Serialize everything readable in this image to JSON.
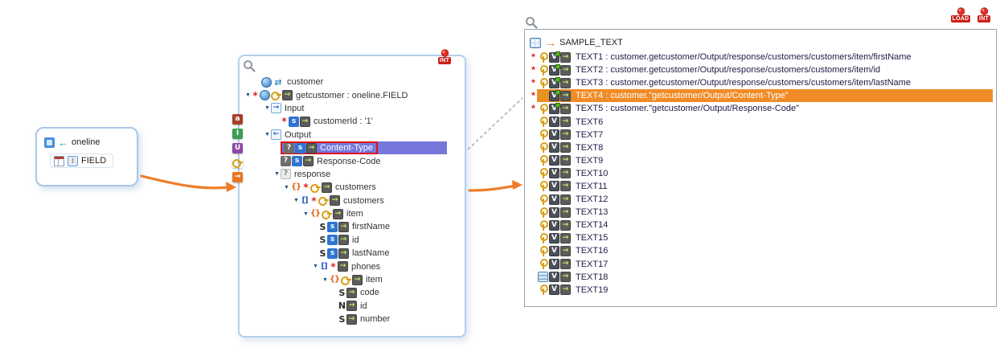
{
  "left_box": {
    "title": "oneline",
    "field_row": {
      "badge": "I",
      "label": "FIELD"
    }
  },
  "middle_panel": {
    "pin_label": "INT",
    "rail_icons": [
      {
        "name": "attribute-icon",
        "glyph": "a",
        "bg": "#a84028",
        "fg": "#ffffff"
      },
      {
        "name": "integer-type-icon",
        "glyph": "I",
        "bg": "#3c9e50",
        "fg": "#ffffff"
      },
      {
        "name": "union-type-icon",
        "glyph": "U",
        "bg": "#8a48a8",
        "fg": "#ffffff"
      },
      {
        "name": "key-icon",
        "glyph": "",
        "bg": "",
        "fg": "#d8a018"
      },
      {
        "name": "export-icon",
        "glyph": "→",
        "bg": "#e87820",
        "fg": "#ffffff"
      }
    ],
    "tree": [
      {
        "label": "customer",
        "level": 1,
        "caret": false,
        "icons": [
          "sphere",
          "arrows"
        ],
        "selected": false
      },
      {
        "label": "getcustomer : oneline.FIELD",
        "level": 0,
        "caret": true,
        "icons": [
          "asterisk",
          "sphere",
          "key",
          "export"
        ],
        "selected": false
      },
      {
        "label": "Input",
        "level": 2,
        "caret": true,
        "icons": [
          "input"
        ],
        "selected": false
      },
      {
        "label": "customerId : '1'",
        "level": 3,
        "caret": false,
        "icons": [
          "asterisk",
          "sblue",
          "export"
        ],
        "selected": false
      },
      {
        "label": "Output",
        "level": 2,
        "caret": true,
        "icons": [
          "output"
        ],
        "selected": false
      },
      {
        "label": "Content-Type",
        "level": 3,
        "caret": false,
        "icons": [
          "qmark",
          "sblue",
          "export"
        ],
        "selected": true
      },
      {
        "label": "Response-Code",
        "level": 3,
        "caret": false,
        "icons": [
          "qmark",
          "sblue",
          "export"
        ],
        "selected": false
      },
      {
        "label": "response",
        "level": 3,
        "caret": true,
        "icons": [
          "element"
        ],
        "selected": false
      },
      {
        "label": "customers",
        "level": 4,
        "caret": true,
        "icons": [
          "braces",
          "asterisk",
          "key",
          "export"
        ],
        "selected": false
      },
      {
        "label": "customers",
        "level": 5,
        "caret": true,
        "icons": [
          "brackets",
          "asterisk",
          "key",
          "export"
        ],
        "selected": false
      },
      {
        "label": "item",
        "level": 6,
        "caret": true,
        "icons": [
          "braces",
          "key",
          "export"
        ],
        "selected": false
      },
      {
        "label": "firstName",
        "level": 7,
        "caret": false,
        "icons": [
          "Sdark",
          "sblue",
          "export"
        ],
        "selected": false
      },
      {
        "label": "id",
        "level": 7,
        "caret": false,
        "icons": [
          "Sdark",
          "sblue",
          "export"
        ],
        "selected": false
      },
      {
        "label": "lastName",
        "level": 7,
        "caret": false,
        "icons": [
          "Sdark",
          "sblue",
          "export"
        ],
        "selected": false
      },
      {
        "label": "phones",
        "level": 7,
        "caret": true,
        "icons": [
          "brackets",
          "asterisk",
          "export"
        ],
        "selected": false
      },
      {
        "label": "item",
        "level": 8,
        "caret": true,
        "icons": [
          "braces",
          "key",
          "export"
        ],
        "selected": false
      },
      {
        "label": "code",
        "level": 9,
        "caret": false,
        "icons": [
          "Sdark",
          "export"
        ],
        "selected": false
      },
      {
        "label": "id",
        "level": 9,
        "caret": false,
        "icons": [
          "Ndark",
          "export"
        ],
        "selected": false
      },
      {
        "label": "number",
        "level": 9,
        "caret": false,
        "icons": [
          "Sdark",
          "export"
        ],
        "selected": false
      }
    ]
  },
  "right_panel": {
    "pins": [
      {
        "label": "LOAD"
      },
      {
        "label": "INT"
      }
    ],
    "header": "SAMPLE_TEXT",
    "rows": [
      {
        "label": "TEXT1 : customer.getcustomer/Output/response/customers/customers/item/firstName",
        "required": true,
        "expr": true,
        "icon": "col",
        "selected": false
      },
      {
        "label": "TEXT2 : customer.getcustomer/Output/response/customers/customers/item/id",
        "required": true,
        "expr": true,
        "icon": "col",
        "selected": false
      },
      {
        "label": "TEXT3 : customer.getcustomer/Output/response/customers/customers/item/lastName",
        "required": true,
        "expr": true,
        "icon": "col",
        "selected": false
      },
      {
        "label": "TEXT4 : customer.\"getcustomer/Output/Content-Type\"",
        "required": true,
        "expr": true,
        "icon": "col",
        "selected": true
      },
      {
        "label": "TEXT5 : customer.\"getcustomer/Output/Response-Code\"",
        "required": true,
        "expr": true,
        "icon": "col",
        "selected": false
      },
      {
        "label": "TEXT6",
        "required": false,
        "expr": false,
        "icon": "col",
        "selected": false
      },
      {
        "label": "TEXT7",
        "required": false,
        "expr": false,
        "icon": "col",
        "selected": false
      },
      {
        "label": "TEXT8",
        "required": false,
        "expr": false,
        "icon": "col",
        "selected": false
      },
      {
        "label": "TEXT9",
        "required": false,
        "expr": false,
        "icon": "col",
        "selected": false
      },
      {
        "label": "TEXT10",
        "required": false,
        "expr": false,
        "icon": "col",
        "selected": false
      },
      {
        "label": "TEXT11",
        "required": false,
        "expr": false,
        "icon": "col",
        "selected": false
      },
      {
        "label": "TEXT12",
        "required": false,
        "expr": false,
        "icon": "col",
        "selected": false
      },
      {
        "label": "TEXT13",
        "required": false,
        "expr": false,
        "icon": "col",
        "selected": false
      },
      {
        "label": "TEXT14",
        "required": false,
        "expr": false,
        "icon": "col",
        "selected": false
      },
      {
        "label": "TEXT15",
        "required": false,
        "expr": false,
        "icon": "col",
        "selected": false
      },
      {
        "label": "TEXT16",
        "required": false,
        "expr": false,
        "icon": "col",
        "selected": false
      },
      {
        "label": "TEXT17",
        "required": false,
        "expr": false,
        "icon": "col",
        "selected": false
      },
      {
        "label": "TEXT18",
        "required": false,
        "expr": false,
        "icon": "table",
        "selected": false
      },
      {
        "label": "TEXT19",
        "required": false,
        "expr": false,
        "icon": "col",
        "selected": false
      }
    ]
  },
  "colors": {
    "arrow": "#ee7d28",
    "tree_selection": "#7577dc",
    "row_selection": "#f08c28",
    "selection_outline": "#e01212"
  }
}
